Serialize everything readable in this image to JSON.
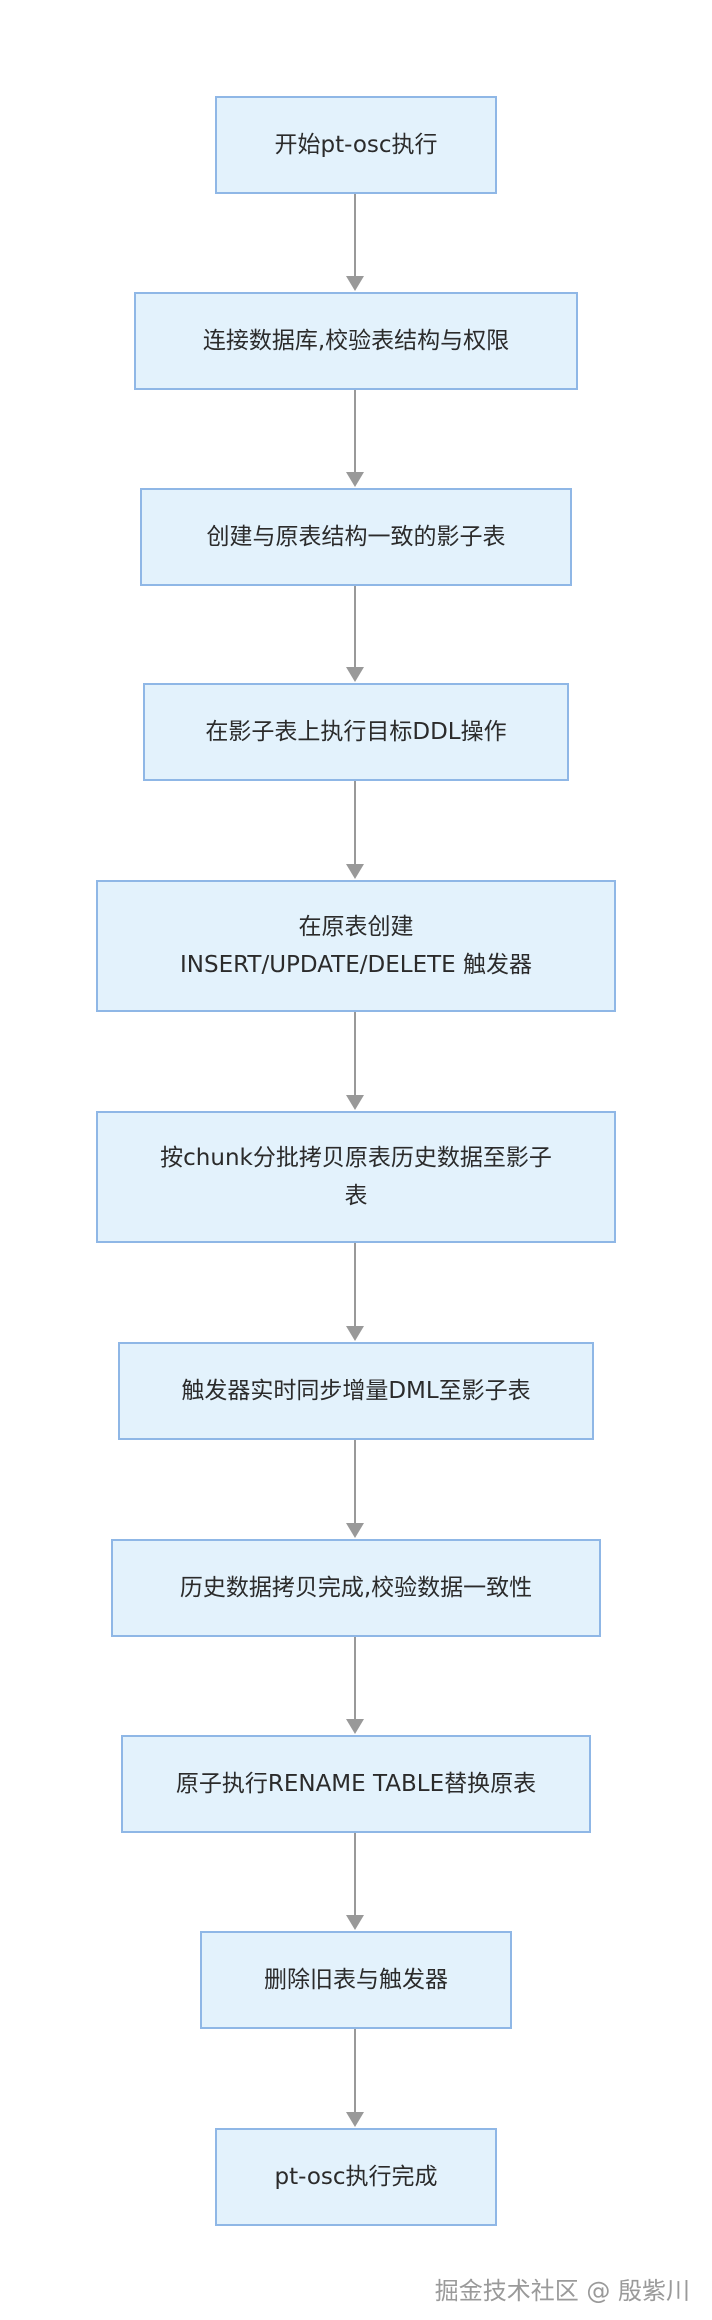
{
  "diagram": {
    "steps": [
      "开始pt-osc执行",
      "连接数据库,校验表结构与权限",
      "创建与原表结构一致的影子表",
      "在影子表上执行目标DDL操作",
      "在原表创建INSERT/UPDATE/DELETE 触发器",
      "按chunk分批拷贝原表历史数据至影子表",
      "触发器实时同步增量DML至影子表",
      "历史数据拷贝完成,校验数据一致性",
      "原子执行RENAME TABLE替换原表",
      "删除旧表与触发器",
      "pt-osc执行完成"
    ]
  },
  "watermark": "掘金技术社区 @ 殷紫川"
}
